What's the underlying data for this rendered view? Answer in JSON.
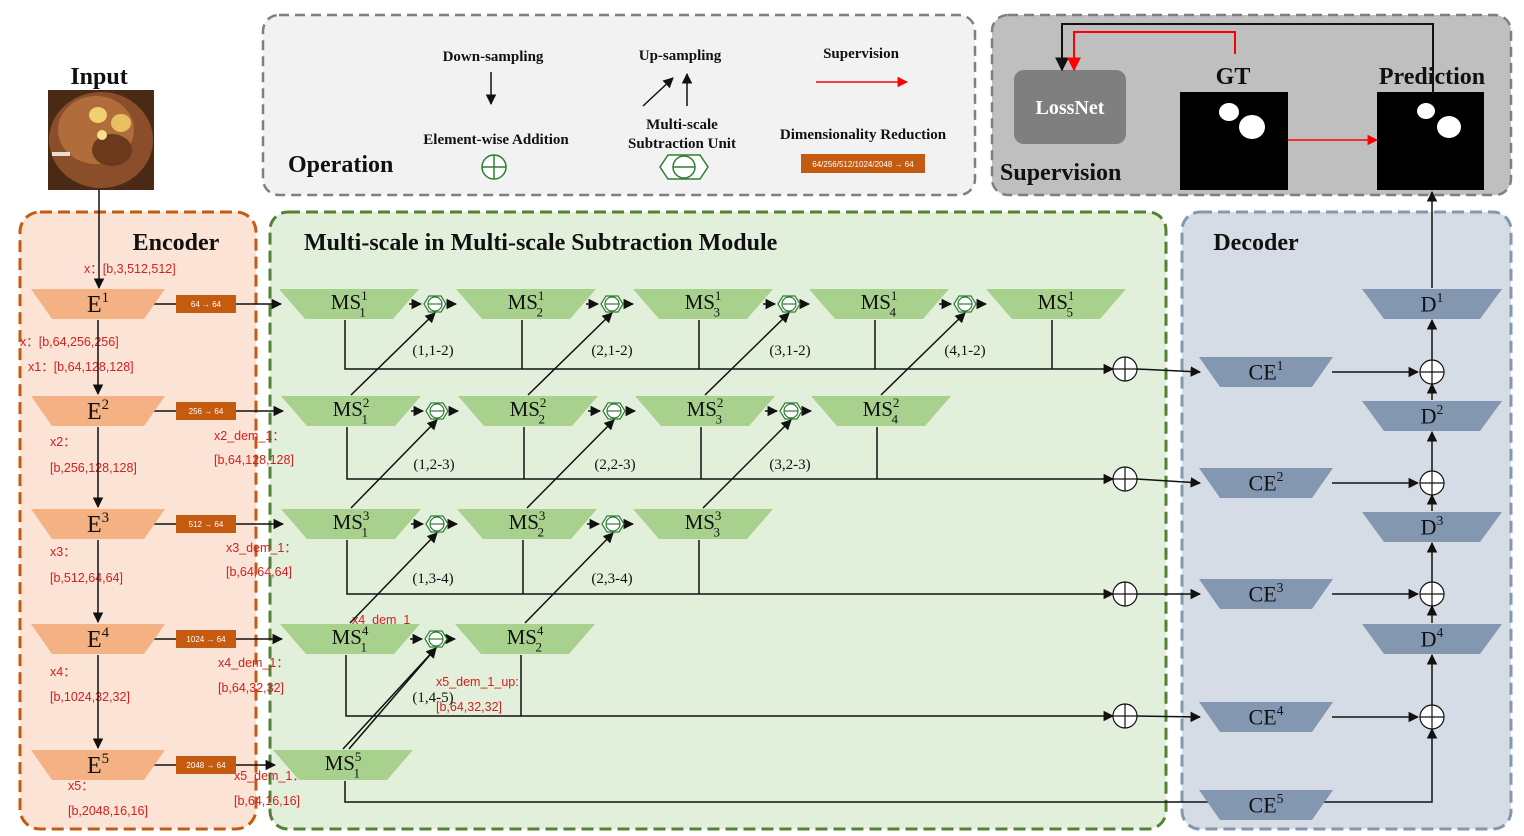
{
  "colors": {
    "encoder_bg": "#fbe3d6",
    "encoder_border": "#c55a11",
    "encoder_block": "#f4b183",
    "ms_bg": "#e2efda",
    "ms_border": "#548235",
    "ms_block": "#a9d18e",
    "decoder_bg": "#d6dce5",
    "decoder_border": "#8497b0",
    "decoder_block": "#8497b0",
    "dimred_block": "#c55a11",
    "operation_bg": "#f2f2f2",
    "supervision_bg": "#bfbfbf",
    "lossnet_block": "#7f7f7f",
    "supervision_arrow": "#ff0000"
  },
  "input": {
    "title": "Input"
  },
  "operation": {
    "title": "Operation",
    "down_sampling": "Down-sampling",
    "up_sampling": "Up-sampling",
    "supervision": "Supervision",
    "element_wise_addition": "Element-wise Addition",
    "msu_line1": "Multi-scale",
    "msu_line2": "Subtraction Unit",
    "dimensionality_reduction": "Dimensionality Reduction",
    "dr_example": "64/256/512/1024/2048 → 64"
  },
  "supervision_panel": {
    "title": "Supervision",
    "lossnet": "LossNet",
    "gt": "GT",
    "prediction": "Prediction"
  },
  "encoder": {
    "title": "Encoder",
    "blocks": [
      {
        "base": "E",
        "sup": "1"
      },
      {
        "base": "E",
        "sup": "2"
      },
      {
        "base": "E",
        "sup": "3"
      },
      {
        "base": "E",
        "sup": "4"
      },
      {
        "base": "E",
        "sup": "5"
      }
    ],
    "dimred_labels": [
      "64 → 64",
      "256 → 64",
      "512 → 64",
      "1024 → 64",
      "2048 → 64"
    ],
    "annotations": {
      "x_input": "x：[b,3,512,512]",
      "x_after": "x：[b,64,256,256]",
      "x1": "x1：[b,64,128,128]",
      "x2_name": "x2：",
      "x2_shape": "[b,256,128,128]",
      "x3_name": "x3：",
      "x3_shape": "[b,512,64,64]",
      "x4_name": "x4：",
      "x4_shape": "[b,1024,32,32]",
      "x5_name": "x5：",
      "x5_shape": "[b,2048,16,16]",
      "x2_dem_name": "x2_dem_1：",
      "x2_dem_shape": "[b,64,128,128]",
      "x3_dem_name": "x3_dem_1：",
      "x3_dem_shape": "[b,64,64,64]",
      "x4_dem_name": "x4_dem_1：",
      "x4_dem_shape": "[b,64,32,32]",
      "x5_dem_name": "x5_dem_1：",
      "x5_dem_shape": "[b,64,16,16]",
      "x4_dem_inner": "x4_dem_1",
      "x5_dem_up_name": "x5_dem_1_up:",
      "x5_dem_up_shape": "[b,64,32,32]"
    }
  },
  "ms_module": {
    "title": "Multi-scale in Multi-scale Subtraction Module",
    "rows": [
      [
        {
          "sup": "1",
          "sub": "1"
        },
        {
          "sup": "1",
          "sub": "2"
        },
        {
          "sup": "1",
          "sub": "3"
        },
        {
          "sup": "1",
          "sub": "4"
        },
        {
          "sup": "1",
          "sub": "5"
        }
      ],
      [
        {
          "sup": "2",
          "sub": "1"
        },
        {
          "sup": "2",
          "sub": "2"
        },
        {
          "sup": "2",
          "sub": "3"
        },
        {
          "sup": "2",
          "sub": "4"
        }
      ],
      [
        {
          "sup": "3",
          "sub": "1"
        },
        {
          "sup": "3",
          "sub": "2"
        },
        {
          "sup": "3",
          "sub": "3"
        }
      ],
      [
        {
          "sup": "4",
          "sub": "1"
        },
        {
          "sup": "4",
          "sub": "2"
        }
      ],
      [
        {
          "sup": "5",
          "sub": "1"
        }
      ]
    ],
    "block_base": "MS",
    "pair_labels": [
      [
        "(1,1-2)",
        "(2,1-2)",
        "(3,1-2)",
        "(4,1-2)"
      ],
      [
        "(1,2-3)",
        "(2,2-3)",
        "(3,2-3)"
      ],
      [
        "(1,3-4)",
        "(2,3-4)"
      ],
      [
        "(1,4-5)"
      ]
    ]
  },
  "decoder": {
    "title": "Decoder",
    "d_blocks": [
      {
        "base": "D",
        "sup": "1"
      },
      {
        "base": "D",
        "sup": "2"
      },
      {
        "base": "D",
        "sup": "3"
      },
      {
        "base": "D",
        "sup": "4"
      }
    ],
    "ce_blocks": [
      {
        "base": "CE",
        "sup": "1"
      },
      {
        "base": "CE",
        "sup": "2"
      },
      {
        "base": "CE",
        "sup": "3"
      },
      {
        "base": "CE",
        "sup": "4"
      },
      {
        "base": "CE",
        "sup": "5"
      }
    ]
  }
}
